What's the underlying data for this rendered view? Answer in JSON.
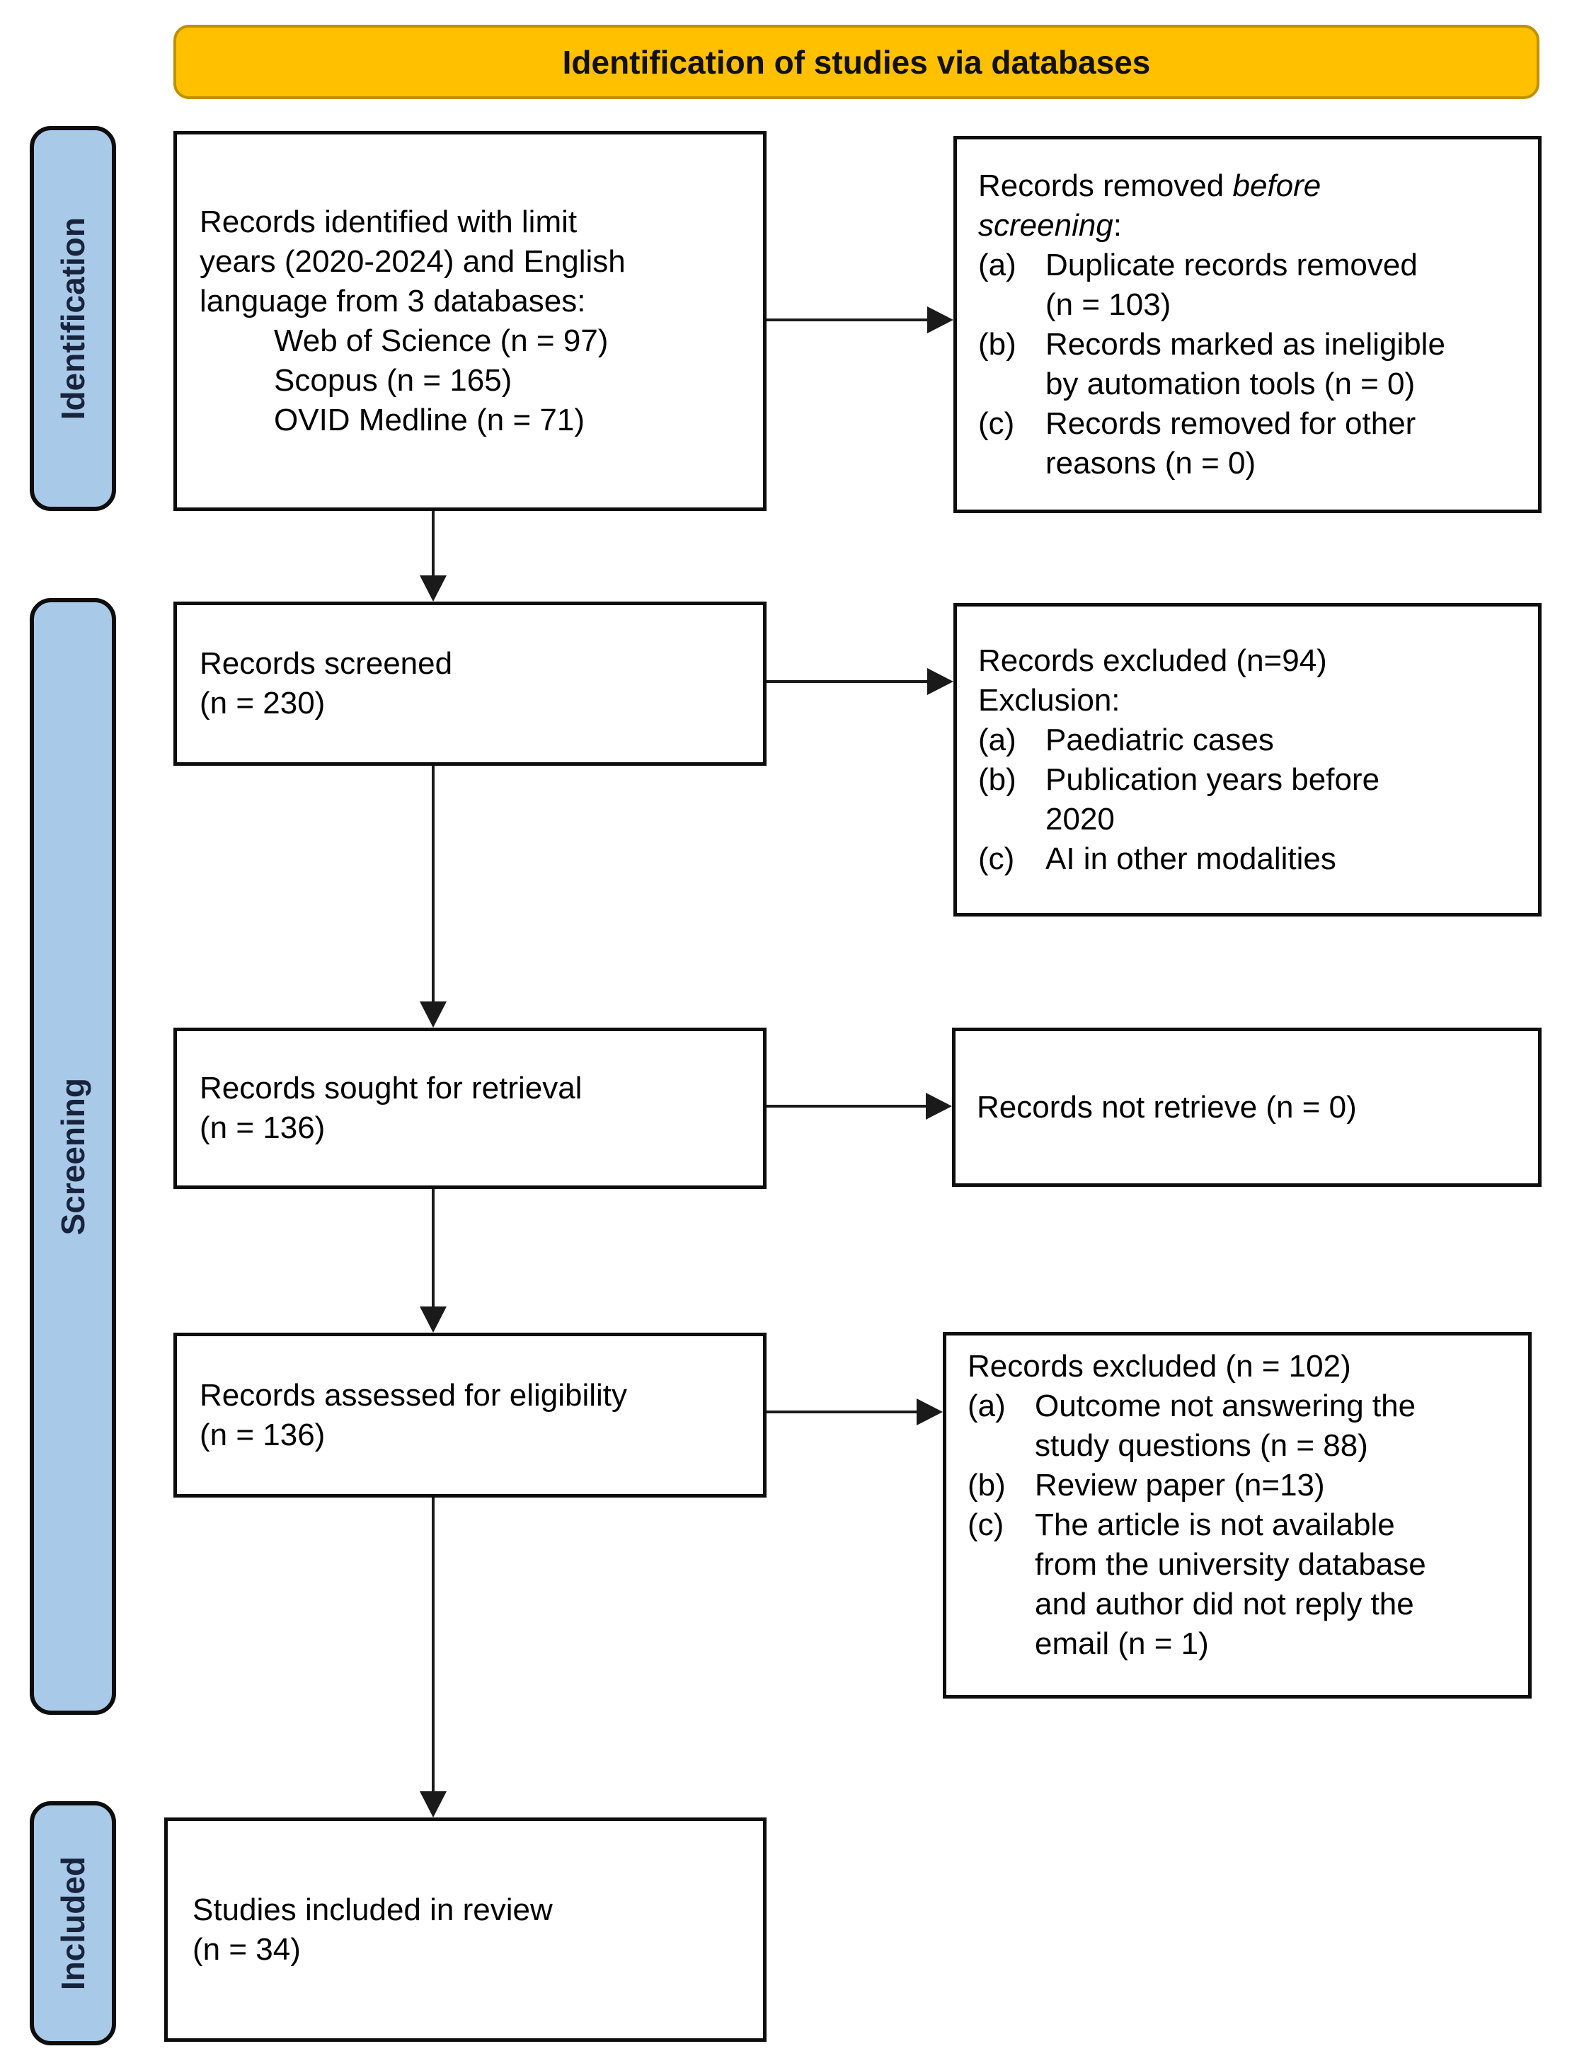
{
  "banner": {
    "title": "Identification of studies via databases"
  },
  "stages": {
    "identification": "Identification",
    "screening": "Screening",
    "included": "Included"
  },
  "boxes": {
    "identified": {
      "lines": [
        "Records identified with limit",
        "years (2020-2024) and English",
        "language from 3 databases:"
      ],
      "databases": [
        "Web of Science (n = 97)",
        "Scopus (n = 165)",
        "OVID Medline (n = 71)"
      ]
    },
    "removed": {
      "title_line1_plain": "Records removed ",
      "title_line1_italic": "before",
      "title_line2_italic": "screening",
      "title_line2_suffix": ":",
      "items": [
        {
          "marker": "(a)",
          "lines": [
            "Duplicate records removed",
            "(n = 103)"
          ]
        },
        {
          "marker": "(b)",
          "lines": [
            "Records marked as ineligible",
            "by automation tools (n = 0)"
          ]
        },
        {
          "marker": "(c)",
          "lines": [
            "Records removed for other",
            "reasons (n = 0)"
          ]
        }
      ]
    },
    "screened": {
      "line1": "Records screened",
      "line2": "(n = 230)"
    },
    "excluded_screening": {
      "title": "Records excluded (n=94)",
      "subtitle": "Exclusion:",
      "items": [
        {
          "marker": "(a)",
          "lines": [
            "Paediatric cases"
          ]
        },
        {
          "marker": "(b)",
          "lines": [
            "Publication years before",
            "2020"
          ]
        },
        {
          "marker": "(c)",
          "lines": [
            "AI in other modalities"
          ]
        }
      ]
    },
    "retrieval": {
      "line1": "Records sought for retrieval",
      "line2": "(n = 136)"
    },
    "not_retrieved": {
      "text": "Records not retrieve (n = 0)"
    },
    "assessed": {
      "line1": "Records assessed for eligibility",
      "line2": "(n = 136)"
    },
    "excluded_eligibility": {
      "title": "Records excluded (n = 102)",
      "items": [
        {
          "marker": "(a)",
          "lines": [
            "Outcome not answering the",
            "study questions (n = 88)"
          ]
        },
        {
          "marker": "(b)",
          "lines": [
            "Review paper (n=13)"
          ]
        },
        {
          "marker": "(c)",
          "lines": [
            "The article is not available",
            "from the university database",
            "and author did not reply the",
            "email (n = 1)"
          ]
        }
      ]
    },
    "included": {
      "line1": "Studies included in review",
      "line2": "(n = 34)"
    }
  },
  "colors": {
    "banner_fill": "#FFC000",
    "banner_border": "#BF9000",
    "stage_fill": "#A9C9E9",
    "stage_text": "#18243C",
    "box_border": "#0D0D0D",
    "arrow": "#1A1A1A",
    "background": "#FFFFFF"
  }
}
